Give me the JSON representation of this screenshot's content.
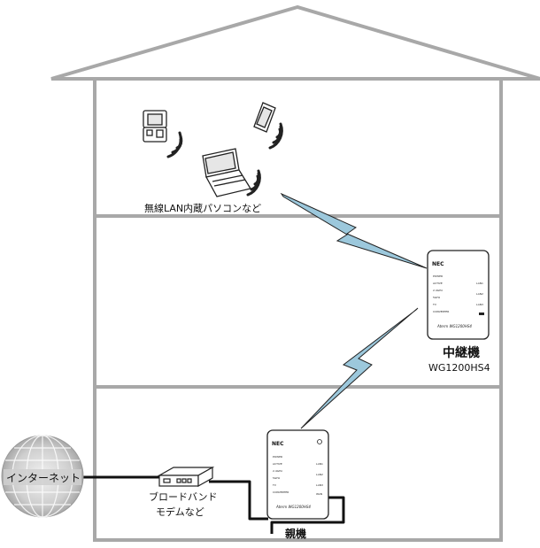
{
  "labels": {
    "wireless_pc": "無線LAN内蔵パソコンなど",
    "internet": "インターネット",
    "modem_line1": "ブロードバンド",
    "modem_line2": "モデムなど",
    "repeater_name": "中継機",
    "repeater_model": "WG1200HS4",
    "parent_name": "親機"
  },
  "device_text": {
    "brand": "NEC",
    "product_logo": "Aterm WG1200HS4",
    "indicators": [
      "POWER",
      "ACTIVE",
      "2.4GHz",
      "5GHz",
      "TV",
      "CONVERTER"
    ],
    "ports": [
      "LAN1",
      "LAN2",
      "LAN3",
      "WAN"
    ]
  },
  "colors": {
    "house_line": "#a8a8a8",
    "bolt_fill": "#9cc8dc",
    "cable": "#111111",
    "globe": "#cfcfcf"
  }
}
